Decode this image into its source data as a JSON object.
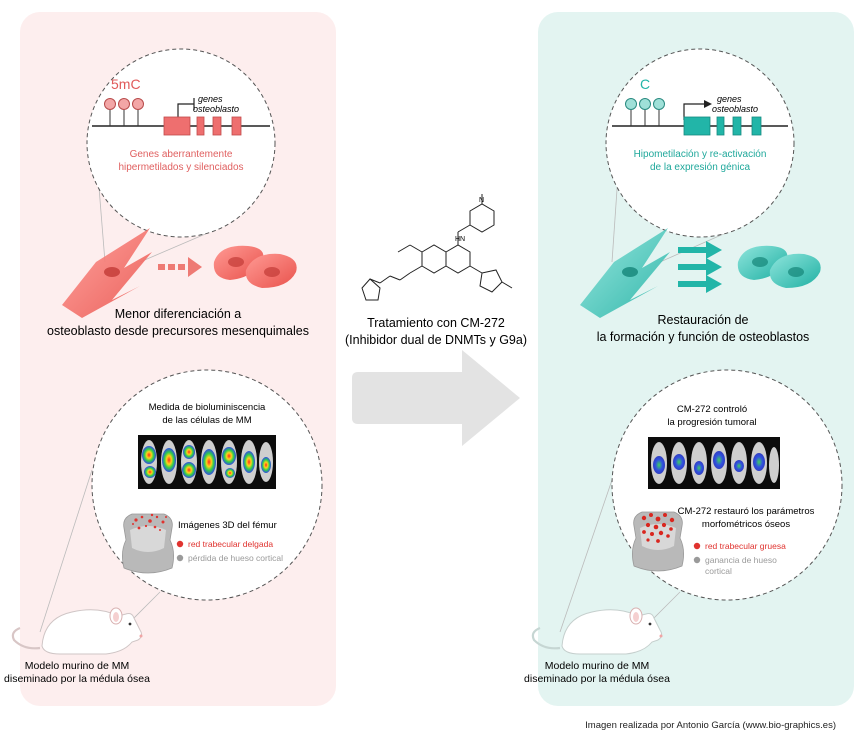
{
  "left": {
    "methyl_label": "5mC",
    "gene_label_1": "genes",
    "gene_label_2": "osteoblasto",
    "genes_caption_1": "Genes aberrantemente",
    "genes_caption_2": "hipermetilados y silenciados",
    "diff_caption_1": "Menor diferenciación a",
    "diff_caption_2": "osteoblasto desde precursores mesenquimales",
    "biolum_title_1": "Medida de bioluminiscencia",
    "biolum_title_2": "de las células de MM",
    "femur_title": "Imágenes 3D del fémur",
    "legend_1": "red trabecular delgada",
    "legend_2": "pérdida de hueso cortical",
    "model_1": "Modelo murino de MM",
    "model_2": "diseminado por la médula ósea"
  },
  "center": {
    "treatment_1": "Tratamiento con CM-272",
    "treatment_2": "(Inhibidor dual de DNMTs y G9a)",
    "nh_label": "HN",
    "n_label": "N"
  },
  "right": {
    "methyl_label": "C",
    "gene_label_1": "genes",
    "gene_label_2": "osteoblasto",
    "genes_caption_1": "Hipometilación y re-activación",
    "genes_caption_2": "de la expresión génica",
    "rest_caption_1": "Restauración de",
    "rest_caption_2": "la formación y función de osteoblastos",
    "tumor_title_1": "CM-272 controló",
    "tumor_title_2": "la progresión tumoral",
    "bone_title_1": "CM-272 restauró los parámetros",
    "bone_title_2": "morfométricos óseos",
    "legend_1": "red trabecular gruesa",
    "legend_2a": "ganancia de hueso",
    "legend_2b": "cortical",
    "model_1": "Modelo murino de MM",
    "model_2": "diseminado por la médula ósea"
  },
  "credit": "Imagen realizada por Antonio García (www.bio-graphics.es)",
  "colors": {
    "left_panel": "#fdeeee",
    "right_panel": "#e3f4f1",
    "red": "#ee6f6f",
    "teal": "#22b5a8",
    "legend_red": "#e0332f",
    "legend_gray": "#9a9a9a",
    "gray_arrow": "#e3e3e3"
  }
}
